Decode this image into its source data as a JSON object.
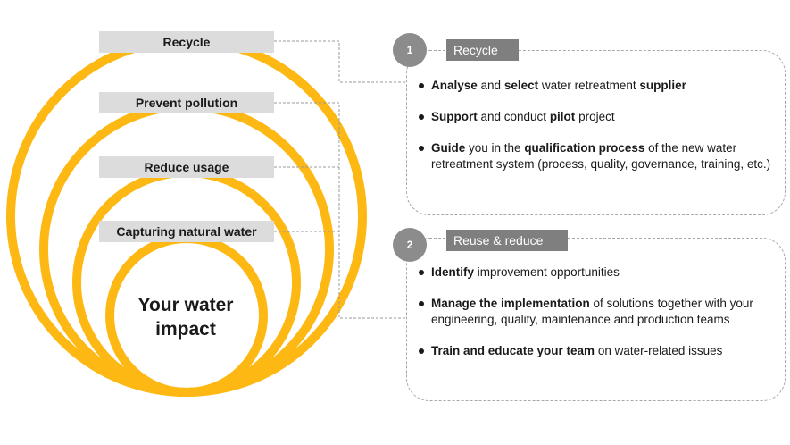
{
  "colors": {
    "ring": "#FDB813",
    "label_bg": "#dcdcdc",
    "badge": "#8c8c8c",
    "tag": "#7f7f7f",
    "connector": "#999999"
  },
  "rings": [
    {
      "label": "Recycle"
    },
    {
      "label": "Prevent pollution"
    },
    {
      "label": "Reduce usage"
    },
    {
      "label": "Capturing natural water"
    }
  ],
  "center": {
    "line1": "Your water",
    "line2": "impact"
  },
  "panels": [
    {
      "number": "1",
      "title": "Recycle",
      "items": [
        [
          {
            "t": "Analyse",
            "b": true
          },
          {
            "t": " and ",
            "b": false
          },
          {
            "t": "select",
            "b": true
          },
          {
            "t": " water retreatment ",
            "b": false
          },
          {
            "t": "supplier",
            "b": true
          }
        ],
        [
          {
            "t": "Support",
            "b": true
          },
          {
            "t": " and conduct ",
            "b": false
          },
          {
            "t": "pilot",
            "b": true
          },
          {
            "t": " project",
            "b": false
          }
        ],
        [
          {
            "t": "Guide",
            "b": true
          },
          {
            "t": " you in the ",
            "b": false
          },
          {
            "t": "qualification process",
            "b": true
          },
          {
            "t": " of the new water retreatment system (process, quality, governance, training, etc.)",
            "b": false
          }
        ]
      ]
    },
    {
      "number": "2",
      "title": "Reuse & reduce",
      "items": [
        [
          {
            "t": "Identify",
            "b": true
          },
          {
            "t": " improvement opportunities",
            "b": false
          }
        ],
        [
          {
            "t": "Manage the implementation",
            "b": true
          },
          {
            "t": " of solutions together with your engineering, quality, maintenance and production teams",
            "b": false
          }
        ],
        [
          {
            "t": "Train and educate your team",
            "b": true
          },
          {
            "t": " on water-related issues",
            "b": false
          }
        ]
      ]
    }
  ]
}
